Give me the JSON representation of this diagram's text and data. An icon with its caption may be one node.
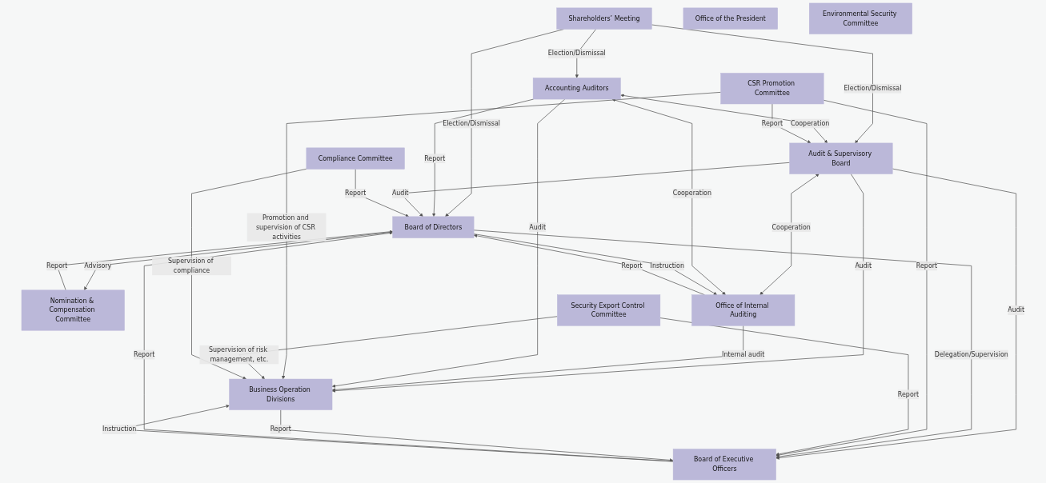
{
  "diagram": {
    "nodes": [
      {
        "text": [
          "Shareholders’ Meeting"
        ]
      },
      {
        "text": [
          "Accounting Auditors"
        ]
      },
      {
        "text": [
          "Audit & Supervisory Board"
        ]
      },
      {
        "text": [
          "Board of Directors"
        ]
      },
      {
        "text": [
          "Nomination & Compensation Committee"
        ]
      },
      {
        "text": [
          "Office of Internal Auditing"
        ]
      },
      {
        "text": [
          "Board of Executive Officers"
        ]
      },
      {
        "text": [
          "CSR Promotion Committee"
        ]
      },
      {
        "text": [
          "Office of the President"
        ]
      },
      {
        "text": [
          "Security Export Control Committee"
        ]
      },
      {
        "text": [
          "Environmental Security Committee"
        ]
      },
      {
        "text": [
          "Compliance Committee"
        ]
      },
      {
        "text": [
          "Business Operation Divisions"
        ]
      }
    ],
    "edges": [
      {
        "from": 0,
        "to": 1,
        "arrow": "to",
        "label": "Election/Dismissal"
      },
      {
        "from": 0,
        "to": 2,
        "arrow": "to",
        "label": "Election/Dismissal"
      },
      {
        "from": 0,
        "to": 3,
        "arrow": "to",
        "label": "Election/Dismissal"
      },
      {
        "from": 1,
        "to": 3,
        "arrow": "to",
        "label": "Report"
      },
      {
        "from": 1,
        "to": 2,
        "arrow": "both",
        "label": "Cooperation"
      },
      {
        "from": 2,
        "to": 3,
        "arrow": "to",
        "label": "Audit"
      },
      {
        "from": 2,
        "to": 6,
        "arrow": "to",
        "label": "Audit"
      },
      {
        "from": 3,
        "to": 4,
        "arrow": "to",
        "label": "Advisory"
      },
      {
        "from": 4,
        "to": 3,
        "arrow": "to",
        "label": "Report"
      },
      {
        "from": 2,
        "to": 5,
        "arrow": "both",
        "label": "Cooperation"
      },
      {
        "from": 1,
        "to": 5,
        "arrow": "both",
        "label": "Cooperation"
      },
      {
        "from": 3,
        "to": 5,
        "arrow": "to",
        "label": "Instruction"
      },
      {
        "from": 5,
        "to": 3,
        "arrow": "to",
        "label": "Report"
      },
      {
        "from": 6,
        "to": 3,
        "arrow": "to",
        "label": "Report"
      },
      {
        "from": 3,
        "to": 6,
        "arrow": "to",
        "label": "Delegation/Supervision"
      },
      {
        "from": 7,
        "to": 2,
        "arrow": "to",
        "label": "Report"
      },
      {
        "from": 2,
        "to": 12,
        "arrow": "to",
        "label": "Audit"
      },
      {
        "from": 5,
        "to": 12,
        "arrow": "to",
        "label": "Internal audit"
      },
      {
        "from": 1,
        "to": 12,
        "arrow": "to",
        "label": "Audit"
      },
      {
        "from": 7,
        "to": 6,
        "arrow": "to",
        "label": "Report"
      },
      {
        "from": 7,
        "to": 12,
        "arrow": "to",
        "label": "Promotion and supervision of CSR activities"
      },
      {
        "from": 9,
        "to": 6,
        "arrow": "to",
        "label": "Report"
      },
      {
        "from": 9,
        "to": 12,
        "arrow": "to",
        "label": "Supervision of risk management, etc."
      },
      {
        "from": 11,
        "to": 3,
        "arrow": "to",
        "label": "Report"
      },
      {
        "from": 11,
        "to": 12,
        "arrow": "to",
        "label": "Supervision of compliance"
      },
      {
        "from": 12,
        "to": 6,
        "arrow": "to",
        "label": "Report"
      },
      {
        "from": 6,
        "to": 12,
        "arrow": "to",
        "label": "Instruction"
      }
    ]
  }
}
